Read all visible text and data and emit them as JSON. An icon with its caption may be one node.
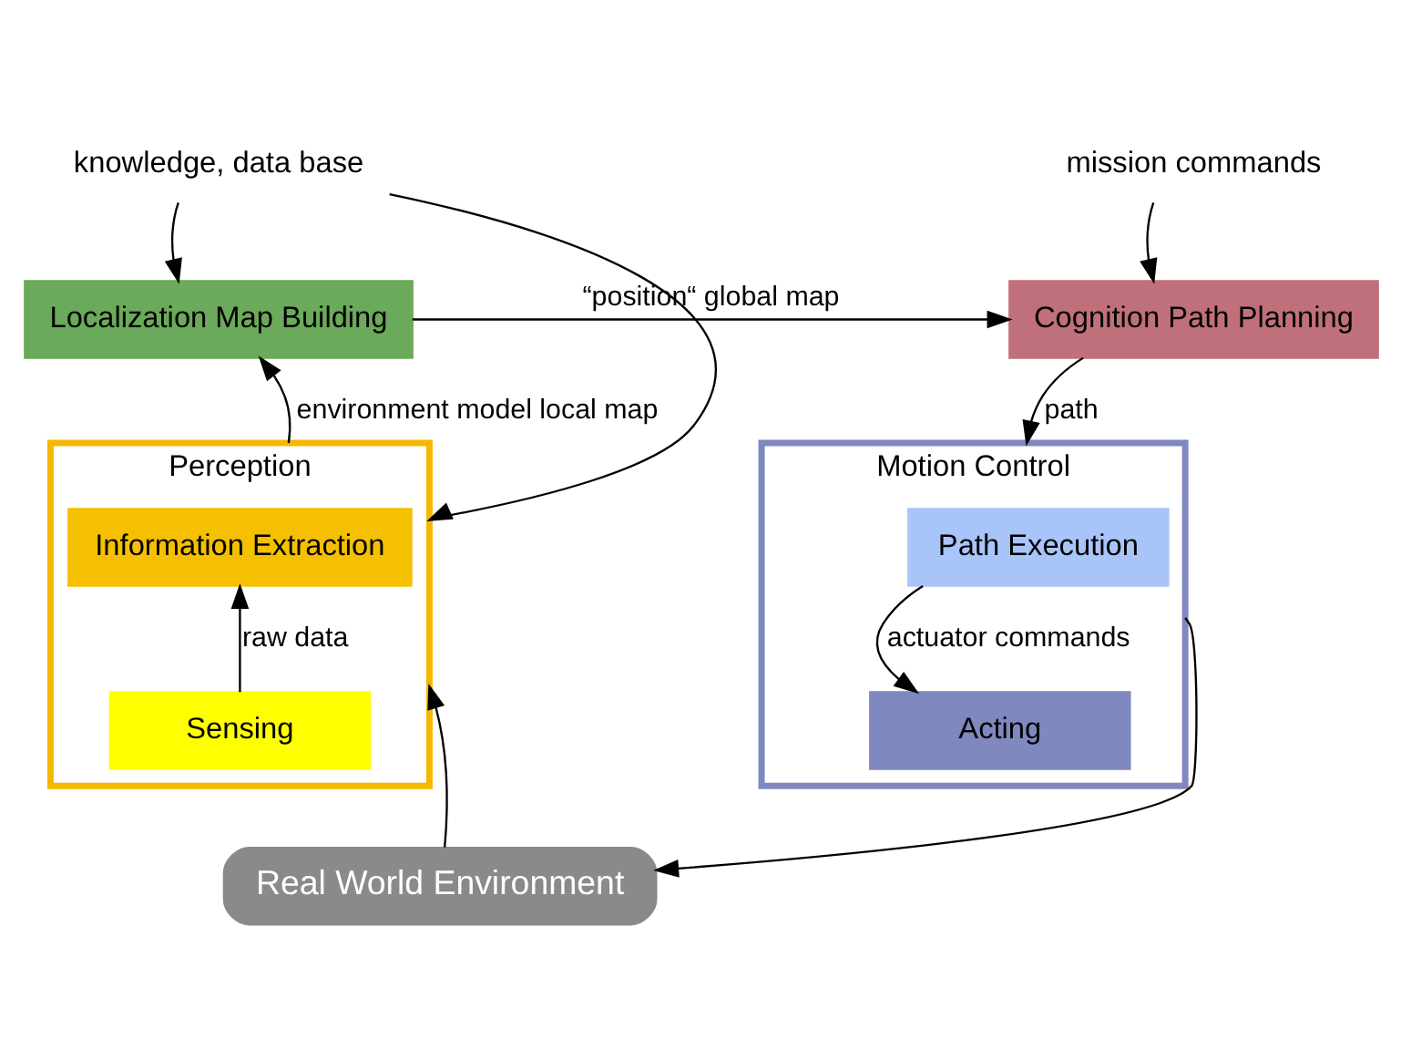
{
  "diagram": {
    "nodes": [
      {
        "text": [
          "knowledge, data base"
        ]
      },
      {
        "text": [
          "mission commands"
        ]
      },
      {
        "text": [
          "Localization Map Building"
        ]
      },
      {
        "text": [
          "Cognition Path Planning"
        ]
      },
      {
        "text": [
          "Perception"
        ]
      },
      {
        "text": [
          "Information Extraction"
        ],
        "in": 4
      },
      {
        "text": [
          "Sensing"
        ],
        "in": 4
      },
      {
        "text": [
          "Motion Control"
        ]
      },
      {
        "text": [
          "Path Execution"
        ],
        "in": 7
      },
      {
        "text": [
          "Acting"
        ],
        "in": 7
      },
      {
        "text": [
          "Real World Environment"
        ]
      }
    ],
    "edges": [
      {
        "from": 0,
        "to": 2,
        "arrow": "to"
      },
      {
        "from": 0,
        "to": 4,
        "arrow": "to"
      },
      {
        "from": 1,
        "to": 3,
        "arrow": "to"
      },
      {
        "from": 2,
        "to": 3,
        "arrow": "to",
        "label": "“position“ global map"
      },
      {
        "from": 3,
        "to": 7,
        "arrow": "to",
        "label": "path"
      },
      {
        "from": 4,
        "to": 2,
        "arrow": "to",
        "label": "environment model local map"
      },
      {
        "from": 6,
        "to": 5,
        "arrow": "to",
        "label": "raw data"
      },
      {
        "from": 8,
        "to": 9,
        "arrow": "to",
        "label": "actuator commands"
      },
      {
        "from": 7,
        "to": 10,
        "arrow": "to"
      },
      {
        "from": 10,
        "to": 4,
        "arrow": "to"
      }
    ]
  }
}
